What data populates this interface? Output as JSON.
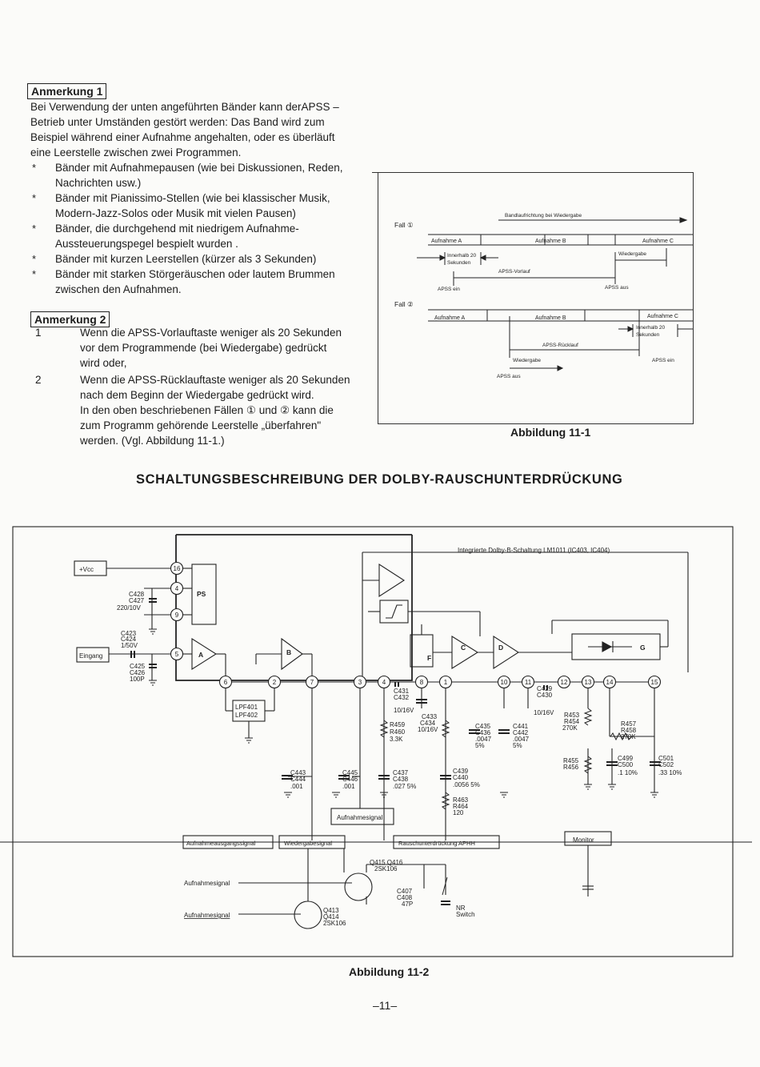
{
  "notes": {
    "note1_title": "Anmerkung 1",
    "note1_intro": [
      "Bei Verwendung der unten angeführten Bänder kann derAPSS –",
      "Betrieb unter Umständen gestört werden: Das Band wird zum",
      "Beispiel während einer Aufnahme angehalten, oder es überläuft",
      "eine Leerstelle zwischen zwei Programmen."
    ],
    "note1_bullets": [
      [
        "Bänder mit Aufnahmepausen (wie bei Diskussionen, Reden,",
        "Nachrichten usw.)"
      ],
      [
        "Bänder mit Pianissimo-Stellen (wie bei klassischer Musik,",
        "Modern-Jazz-Solos oder Musik mit vielen Pausen)"
      ],
      [
        "Bänder, die durchgehend mit niedrigem Aufnahme-",
        "Aussteuerungspegel bespielt wurden ."
      ],
      [
        "Bänder mit kurzen Leerstellen (kürzer als 3 Sekunden)"
      ],
      [
        "Bänder mit starken Störgeräuschen oder lautem Brummen",
        "zwischen den Aufnahmen."
      ]
    ],
    "bullet_symbol": "*",
    "note2_title": "Anmerkung 2",
    "note2_items": [
      {
        "num": "1",
        "lines": [
          "Wenn die APSS-Vorlauftaste weniger als 20 Sekunden",
          "vor dem Programmende (bei Wiedergabe) gedrückt",
          "wird oder,"
        ]
      },
      {
        "num": "2",
        "lines": [
          "Wenn die APSS-Rücklauftaste weniger als 20 Sekunden",
          "nach dem Beginn der Wiedergabe gedrückt wird.",
          "In den oben beschriebenen Fällen ① und ② kann die",
          "zum Programm gehörende Leerstelle „überfahren\"",
          "werden. (Vgl. Abbildung 11-1.)"
        ]
      }
    ]
  },
  "figure1": {
    "caption": "Abbildung 11-1",
    "band_direction": "Bandlaufrichtung bei Wiedergabe",
    "case1": "Fall ①",
    "case2": "Fall ②",
    "aufnahme_a": "Aufnahme A",
    "aufnahme_b": "Aufnahme B",
    "aufnahme_c": "Aufnahme C",
    "wiedergabe": "Wiedergabe",
    "innerhalb1": "Innerhalb 20",
    "sekunden": "Sekunden",
    "vorlauf": "APSS-Vorlauf",
    "ruecklauf": "APSS-Rücklauf",
    "apss_ein": "APSS ein",
    "apss_aus": "APSS aus"
  },
  "heading": "SCHALTUNGSBESCHREIBUNG DER DOLBY-RAUSCHUNTERDRÜCKUNG",
  "figure2": {
    "caption": "Abbildung 11-2",
    "ic_label": "Integrierte Dolby-B-Schaltung LM1011 (IC403, IC404)",
    "vcc": "+Vcc",
    "eingang": "Eingang",
    "ps": "PS",
    "blocks": [
      "A",
      "B",
      "C",
      "D",
      "F",
      "G"
    ],
    "pins": [
      "16",
      "4",
      "9",
      "5",
      "6",
      "2",
      "7",
      "3",
      "4",
      "8",
      "1",
      "10",
      "11",
      "12",
      "13",
      "14",
      "15"
    ],
    "lpf": [
      "LPF401",
      "LPF402"
    ],
    "c427": [
      "C428",
      "C427",
      "220/10V"
    ],
    "c423": [
      "C423",
      "C424",
      "1/50V"
    ],
    "c425": [
      "C425",
      "C426",
      "100P"
    ],
    "c431": [
      "C431",
      "C432"
    ],
    "c433": [
      "10/16V",
      "C433",
      "C434",
      "10/16V"
    ],
    "r459": [
      "R459",
      "R460",
      "3.3K"
    ],
    "c435": [
      "C435",
      "C436",
      ".0047",
      "5%"
    ],
    "c441": [
      "C441",
      "C442",
      ".0047",
      "5%"
    ],
    "c429": [
      "C429",
      "C430",
      "10/16V"
    ],
    "r453": [
      "R453",
      "R454",
      "270K"
    ],
    "r457": [
      "R457",
      "R458",
      "270K"
    ],
    "r455": [
      "R455",
      "R456"
    ],
    "c499": [
      "C499",
      "C500",
      ".1 10%"
    ],
    "c501": [
      "C501",
      "C502",
      ".33 10%"
    ],
    "c443": [
      "C443",
      "C444",
      ".001"
    ],
    "c445": [
      "C445",
      "C446",
      ".001"
    ],
    "c437": [
      "C437",
      "C438",
      ".027 5%"
    ],
    "c439": [
      "C439",
      "C440",
      ".0056 5%"
    ],
    "r463": [
      "R463",
      "R464",
      "120"
    ],
    "aufnahmesignal": "Aufnahmesignal",
    "bus_labels": [
      "Aufnahmeausgangssignal",
      "Wiedergabesignal",
      "Rauschunterdrückung APHH",
      "Monitor"
    ],
    "q415": [
      "Q415  Q416",
      "2SK106"
    ],
    "q413": [
      "Q413",
      "Q414",
      "2SK106"
    ],
    "c407": [
      "C407",
      "C408",
      "47P"
    ],
    "nr_switch": [
      "NR",
      "Switch"
    ],
    "aufnahme_sig1": "Aufnahmesignal",
    "aufnahme_sig2": "Aufnahmesignal"
  },
  "page_number": "–11–"
}
